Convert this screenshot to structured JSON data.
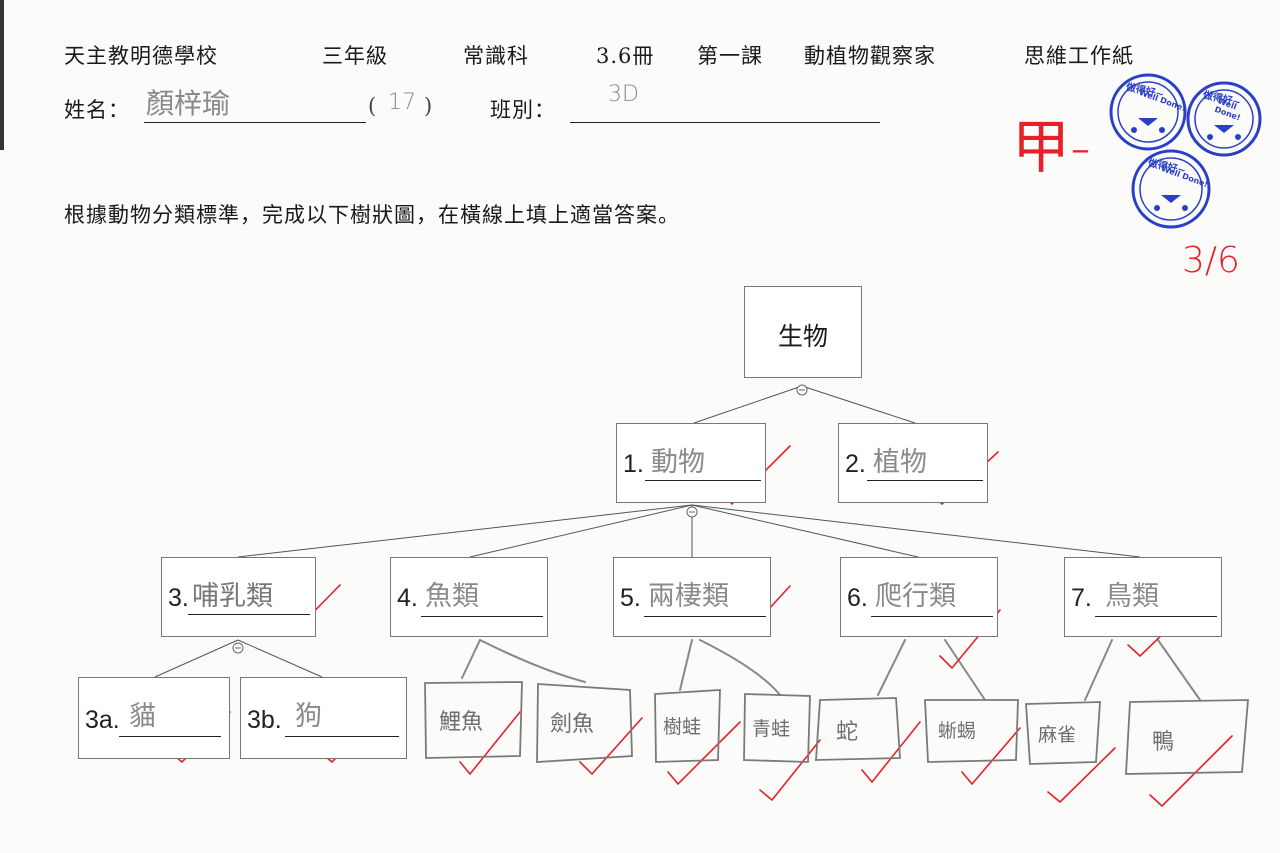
{
  "header": {
    "school": "天主教明德學校",
    "grade": "三年級",
    "subject": "常識科",
    "book": "3.6冊",
    "lesson": "第一課",
    "lesson_title": "動植物觀察家",
    "worksheet": "思維工作紙"
  },
  "student": {
    "name_label": "姓名：",
    "name_value": "顏梓瑜",
    "number_open": "(",
    "number_value": "17",
    "number_close": ")",
    "class_label": "班別：",
    "class_value": "3D"
  },
  "instruction": "根據動物分類標準，完成以下樹狀圖，在橫線上填上適當答案。",
  "grading": {
    "grade_mark": "甲-",
    "score": "3/6",
    "stamp_text_top": "做得好~",
    "stamp_text_bottom": "Well Done!",
    "stamp_color": "#2a3fc7",
    "mark_color": "#e8202a"
  },
  "tree": {
    "root": "生物",
    "level1": [
      {
        "num": "1.",
        "answer": "動物"
      },
      {
        "num": "2.",
        "answer": "植物"
      }
    ],
    "level2": [
      {
        "num": "3.",
        "answer": "哺乳類"
      },
      {
        "num": "4.",
        "answer": "魚類"
      },
      {
        "num": "5.",
        "answer": "兩棲類"
      },
      {
        "num": "6.",
        "answer": "爬行類"
      },
      {
        "num": "7.",
        "answer": "鳥類"
      }
    ],
    "level3": [
      {
        "num": "3a.",
        "answer": "貓"
      },
      {
        "num": "3b.",
        "answer": "狗"
      }
    ],
    "examples": [
      "鯉魚",
      "劍魚",
      "樹蛙",
      "青蛙",
      "蛇",
      "蜥蜴",
      "麻雀",
      "鴨"
    ]
  }
}
